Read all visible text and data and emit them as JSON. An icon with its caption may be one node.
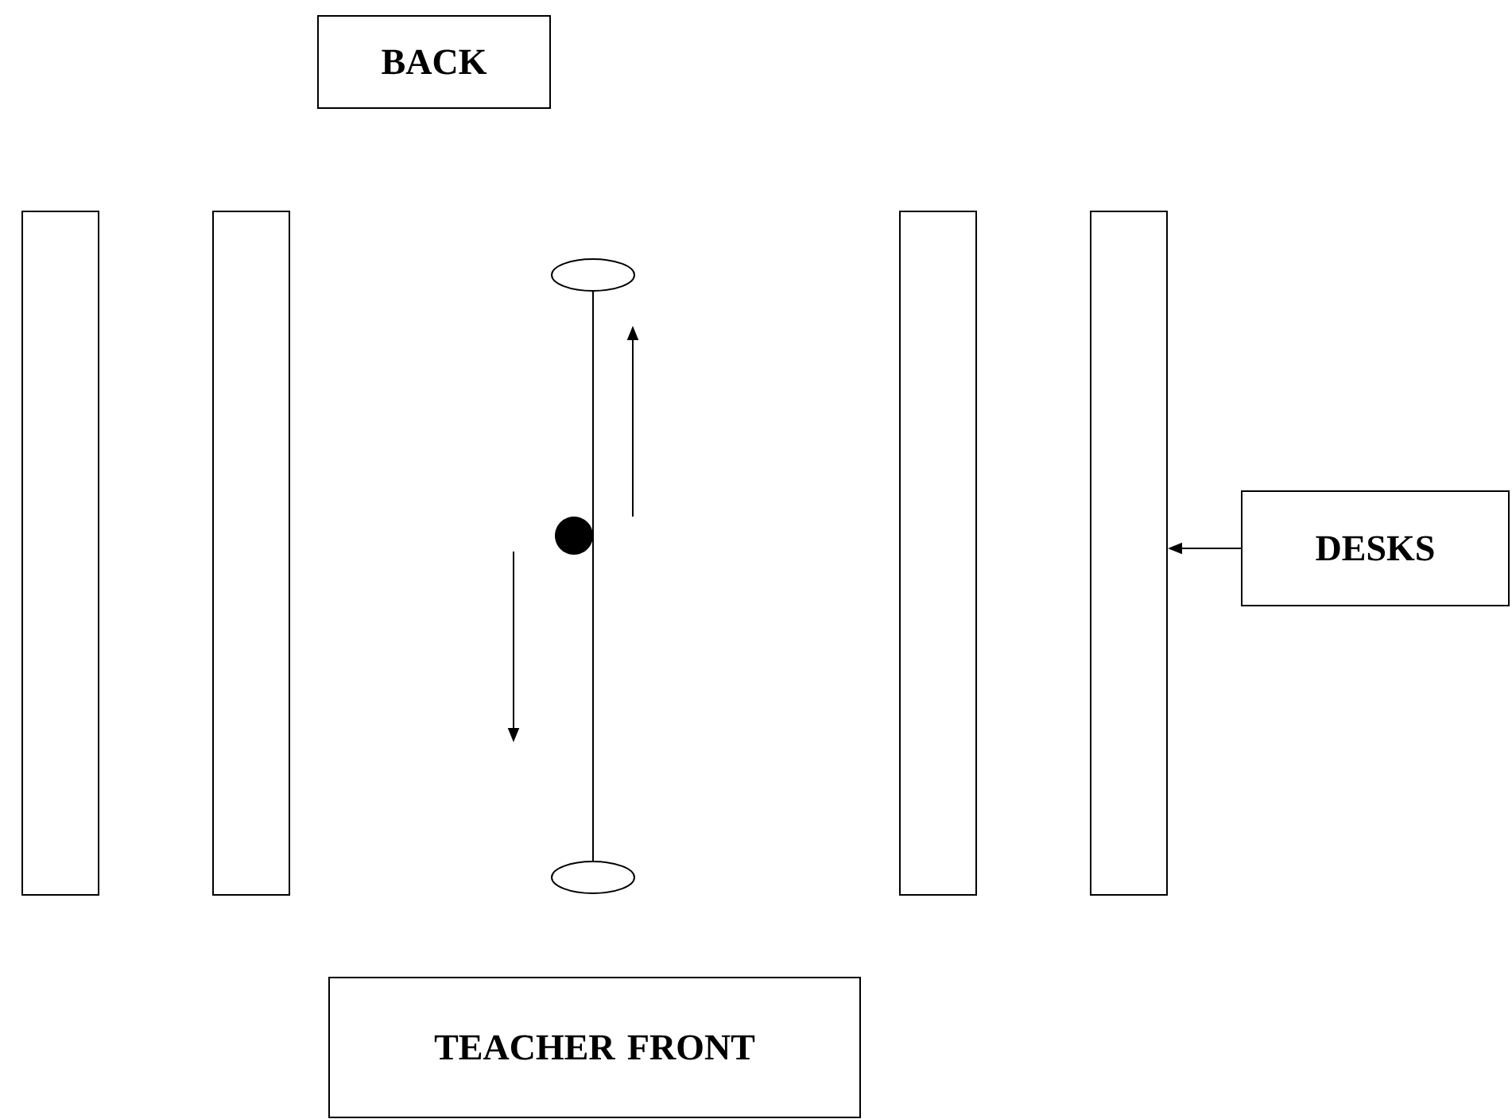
{
  "diagram": {
    "nodes": [
      {
        "text": [
          "BACK"
        ]
      },
      {
        "text": [],
        "shape": "box"
      },
      {
        "text": [],
        "shape": "box"
      },
      {
        "text": [],
        "shape": "box"
      },
      {
        "text": [],
        "shape": "box"
      },
      {
        "text": [
          "DESKS"
        ]
      },
      {
        "text": [
          "TEACHER FRONT"
        ]
      },
      {
        "text": [],
        "shape": "ellipse"
      },
      {
        "text": [],
        "shape": "ellipse"
      },
      {
        "text": [],
        "shape": "circle"
      }
    ],
    "edges": [
      {
        "from": 7,
        "to": 8,
        "arrow": "none"
      },
      {
        "from": 5,
        "to": 4,
        "arrow": "to"
      }
    ]
  }
}
